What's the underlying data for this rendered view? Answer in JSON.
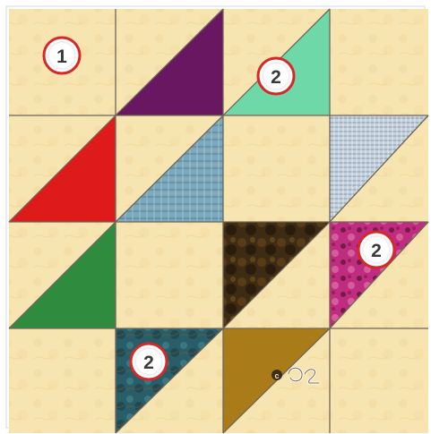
{
  "quilt": {
    "block_colors": {
      "background": "#f6e4b1",
      "background_texture": "#efd394",
      "seam": "#6f665a",
      "frame": "#d8d8d8"
    },
    "fabrics": {
      "purple": "#6a1762",
      "mint": "#6fd8a8",
      "red": "#df1a1b",
      "blue_plaid": "#7ba8bd",
      "silver_blue": "#c4d1dd",
      "green": "#2f8b3d",
      "dark_brown": "#3d2b13",
      "magenta_floral": "#c02c7f",
      "teal_batik": "#295d67",
      "gold": "#aa7b19"
    },
    "badges": [
      {
        "label": "1"
      },
      {
        "label": "2"
      },
      {
        "label": "2"
      },
      {
        "label": "2"
      }
    ],
    "badge_colors": {
      "fill": "#ffffff",
      "ring": "#d72828",
      "text": "#3a3a3a"
    },
    "mark_icon": "copyright-signature-icon"
  }
}
